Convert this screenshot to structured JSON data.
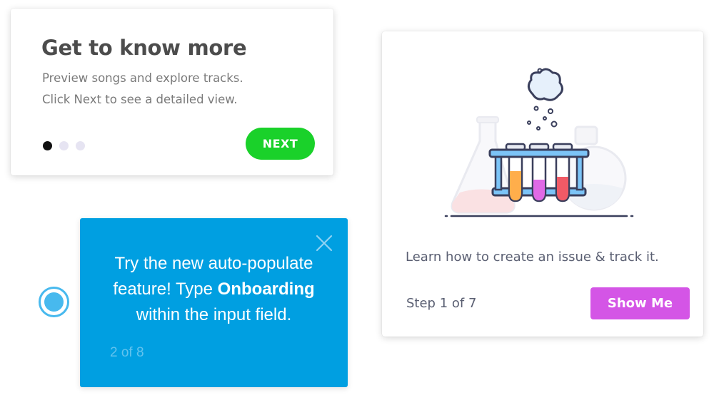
{
  "know_card": {
    "title": "Get to know more",
    "line1": "Preview songs and explore tracks.",
    "line2": "Click Next to see a detailed view.",
    "pagination": {
      "total": 3,
      "active": 1
    },
    "next_label": "NEXT"
  },
  "tooltip_card": {
    "line1": "Try the new auto-populate",
    "line2_prefix": "feature! Type ",
    "line2_bold": "Onboarding",
    "line3": "within the input field.",
    "counter": "2 of 8",
    "close_icon": "close-icon",
    "beacon_icon": "beacon-icon"
  },
  "learn_card": {
    "illustration": "lab-test-tubes-illustration",
    "description": "Learn how to create an issue & track it.",
    "step": "Step 1 of 7",
    "show_label": "Show Me"
  },
  "colors": {
    "next_green": "#1ad12a",
    "tooltip_blue": "#009fe1",
    "show_purple": "#d455e6",
    "beacon_blue": "#47b9ee"
  }
}
